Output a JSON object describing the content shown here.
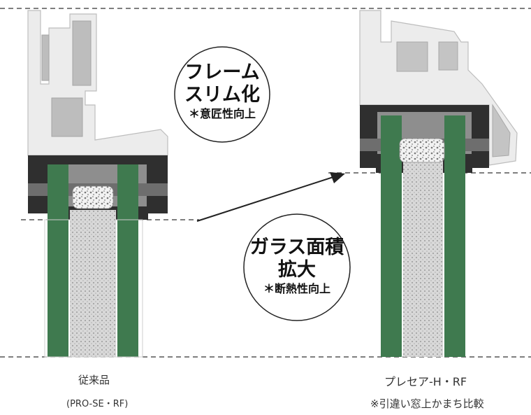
{
  "bubble_top": {
    "line1": "フレーム",
    "line2": "スリム化",
    "note": "＊意匠性向上"
  },
  "bubble_bottom": {
    "line1": "ガラス面積",
    "line2": "拡大",
    "note": "＊断熱性向上"
  },
  "left_product": {
    "name": "従来品",
    "model": "(PRO-SE・RF)"
  },
  "right_product": {
    "name": "プレセア-H・RF"
  },
  "footnote": "※引違い窓上かまち比較",
  "colors": {
    "glass_green": "#3f7a4f",
    "frame_dark": "#2f2f2f",
    "frame_grey": "#8a8a8a",
    "frame_light": "#e9e9e9",
    "spacer": "#c9c9c9"
  }
}
